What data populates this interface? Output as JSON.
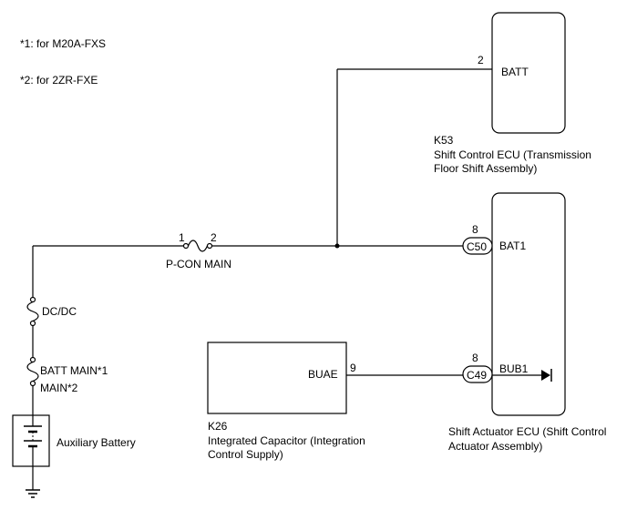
{
  "notes": {
    "note1": "*1: for M20A-FXS",
    "note2": "*2: for 2ZR-FXE"
  },
  "components": {
    "k53": {
      "code": "K53",
      "name_line1": "Shift Control ECU (Transmission",
      "name_line2": "Floor Shift Assembly)",
      "terminal": "BATT",
      "pin": "2"
    },
    "shift_actuator": {
      "name_line1": "Shift Actuator ECU (Shift Control",
      "name_line2": "Actuator Assembly)",
      "terminal_bat1": "BAT1",
      "connector_bat1": "C50",
      "pin_bat1": "8",
      "terminal_bub1": "BUB1",
      "connector_bub1": "C49",
      "pin_bub1": "8"
    },
    "k26": {
      "code": "K26",
      "name_line1": "Integrated Capacitor (Integration",
      "name_line2": "Control Supply)",
      "terminal": "BUAE",
      "pin": "9"
    },
    "fuses": {
      "pcon_main": "P-CON MAIN",
      "pcon_pin1": "1",
      "pcon_pin2": "2",
      "dcdc": "DC/DC",
      "batt_main": "BATT MAIN*1",
      "main": "MAIN*2"
    },
    "battery": {
      "label": "Auxiliary Battery"
    }
  }
}
